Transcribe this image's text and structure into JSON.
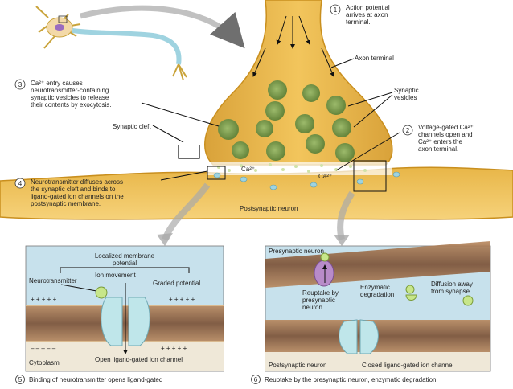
{
  "steps": [
    {
      "num": "1",
      "lines": [
        "Action potential",
        "arrives at axon",
        "terminal."
      ]
    },
    {
      "num": "2",
      "lines": [
        "Voltage-gated Ca²⁺",
        "channels open and",
        "Ca²⁺ enters the",
        "axon terminal."
      ]
    },
    {
      "num": "3",
      "lines": [
        "Ca²⁺ entry causes",
        "neurotransmitter-containing",
        "synaptic vesicles to release",
        "their contents by exocytosis."
      ]
    },
    {
      "num": "4",
      "lines": [
        "Neurotransmitter diffuses across",
        "the synaptic cleft and binds to",
        "ligand-gated ion channels on the",
        "postsynaptic membrane."
      ]
    },
    {
      "num": "5",
      "lines": [
        "Binding of neurotransmitter opens ligand-gated"
      ]
    },
    {
      "num": "6",
      "lines": [
        "Reuptake by the presynaptic neuron, enzymatic degradation,"
      ]
    }
  ],
  "labels": {
    "axon_terminal": "Axon terminal",
    "synaptic_vesicles": [
      "Synaptic",
      "vesicles"
    ],
    "synaptic_cleft": "Synaptic cleft",
    "postsynaptic_neuron": "Postsynaptic neuron",
    "ca_left": "Ca²⁺",
    "ca_right": "Ca²⁺"
  },
  "panel_left": {
    "localized_potential": [
      "Localized membrane",
      "potential"
    ],
    "ion_movement": "Ion movement",
    "neurotransmitter": "Neurotransmitter",
    "graded_potential": "Graded potential",
    "plus_signs": "+ + + + +",
    "minus_signs": "– – – – –",
    "cytoplasm": "Cytoplasm",
    "open_channel": "Open ligand-gated ion channel"
  },
  "panel_right": {
    "presynaptic_neuron": "Presynaptic neuron",
    "reuptake": [
      "Reuptake by",
      "presynaptic",
      "neuron"
    ],
    "enzymatic": [
      "Enzymatic",
      "degradation"
    ],
    "diffusion": [
      "Diffusion away",
      "from synapse"
    ],
    "postsynaptic_neuron": "Postsynaptic neuron",
    "closed_channel": "Closed ligand-gated ion channel"
  },
  "colors": {
    "axon": "#e8b84a",
    "axon_edge": "#c98f1e",
    "vesicle": "#7d9b4f",
    "membrane": "#9a6b4a",
    "panel_bg": "#bcd9e6",
    "channel": "#bfe6ea"
  }
}
